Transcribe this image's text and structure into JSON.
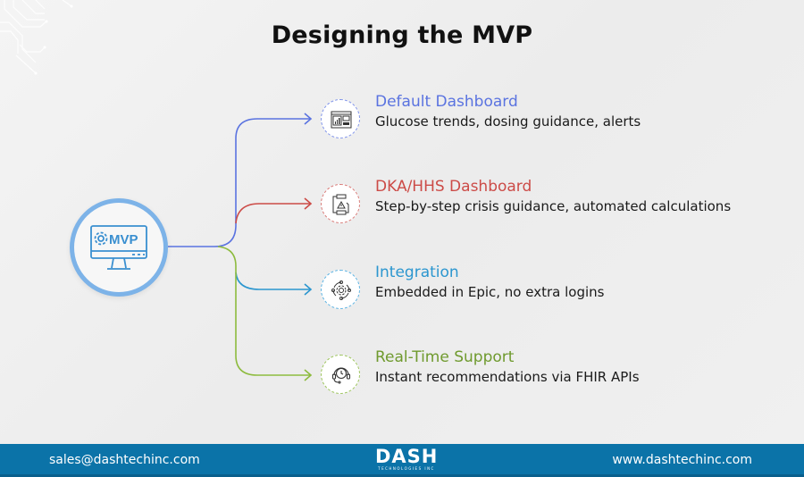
{
  "title": "Designing the MVP",
  "hub": {
    "label": "MVP",
    "icon": "monitor-gear-icon",
    "color": "#7db3e8"
  },
  "items": [
    {
      "title": "Default Dashboard",
      "description": "Glucose trends, dosing guidance, alerts",
      "icon": "dashboard-icon",
      "color": "#5a73e0"
    },
    {
      "title": "DKA/HHS Dashboard",
      "description": "Step-by-step crisis guidance, automated calculations",
      "icon": "workflow-warning-icon",
      "color": "#cc4b47"
    },
    {
      "title": "Integration",
      "description": "Embedded in Epic, no extra logins",
      "icon": "integration-gear-icon",
      "color": "#2b96cf"
    },
    {
      "title": "Real-Time Support",
      "description": "Instant recommendations via FHIR APIs",
      "icon": "headset-clock-icon",
      "color": "#6f9a2e"
    }
  ],
  "footer": {
    "email": "sales@dashtechinc.com",
    "logo_main": "DASH",
    "logo_sub": "TECHNOLOGIES INC",
    "website": "www.dashtechinc.com",
    "background": "#0b73a8"
  }
}
